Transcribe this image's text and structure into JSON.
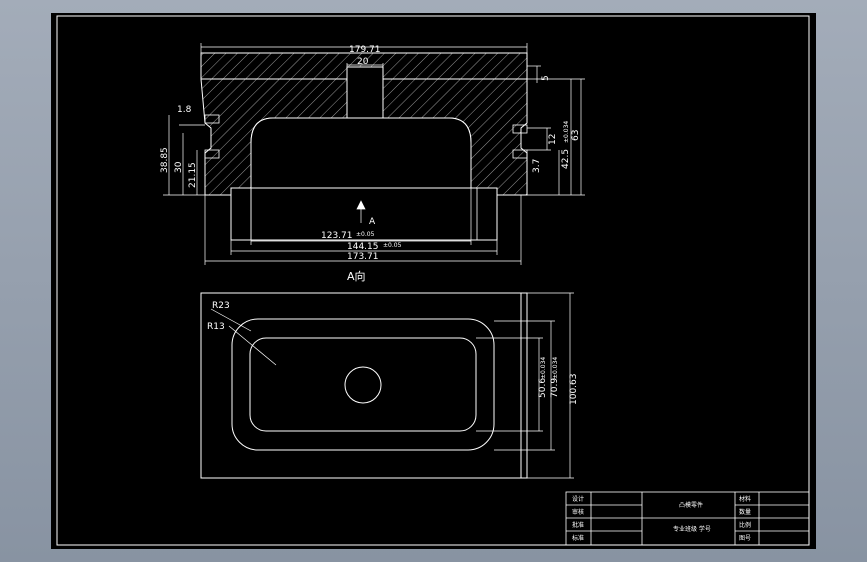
{
  "drawing": {
    "top_view": {
      "overall_width": "179.71",
      "boss_width": "20",
      "step_left": "1.8",
      "left_height_1": "38.85",
      "left_height_2": "30",
      "left_height_3": "21.15",
      "right_small_1": "5",
      "right_small_2": "12",
      "right_small_3": "3.7",
      "right_height_1": "42.5",
      "right_height_1_tol": "±0.034",
      "right_height_2": "63",
      "cavity_width": "123.71",
      "cavity_width_tol": "±0.05",
      "outer_width": "144.15",
      "outer_width_tol": "±0.05",
      "base_width": "173.71",
      "section_marker": "A",
      "view_label": "A向"
    },
    "bottom_view": {
      "radius_outer": "R23",
      "radius_inner": "R13",
      "dim_inner": "50.6",
      "dim_inner_tol": "±0.034",
      "dim_outer": "70.9",
      "dim_outer_tol": "±0.034",
      "dim_total": "100.63"
    },
    "title_block": {
      "row_labels": [
        "设计",
        "审核",
        "批准",
        "标准"
      ],
      "part_name": "凸模零件",
      "school_line": "专业班级 学号",
      "right_labels": [
        "材料",
        "数量",
        "比例",
        "图号"
      ]
    }
  },
  "colors": {
    "background": "#000000",
    "line": "#ffffff",
    "frame_bg": "#8e98a7"
  }
}
